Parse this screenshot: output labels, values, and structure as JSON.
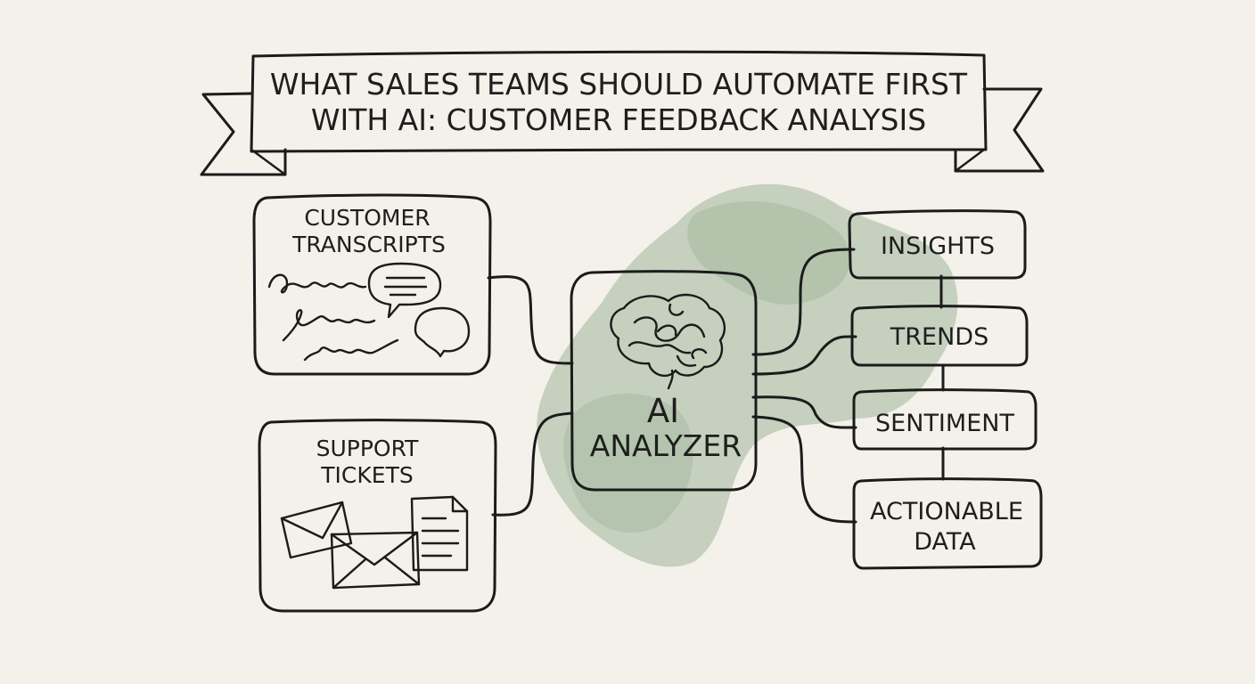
{
  "title": {
    "line1": "WHAT SALES TEAMS SHOULD AUTOMATE FIRST",
    "line2": "WITH AI: CUSTOMER FEEDBACK ANALYSIS"
  },
  "inputs": [
    {
      "line1": "CUSTOMER",
      "line2": "TRANSCRIPTS"
    },
    {
      "line1": "SUPPORT",
      "line2": "TICKETS"
    }
  ],
  "center": {
    "line1": "AI",
    "line2": "ANALYZER"
  },
  "outputs": [
    {
      "line1": "INSIGHTS"
    },
    {
      "line1": "TRENDS"
    },
    {
      "line1": "SENTIMENT"
    },
    {
      "line1": "ACTIONABLE",
      "line2": "DATA"
    }
  ],
  "colors": {
    "background": "#f3f1ea",
    "ink": "#1b1b1b",
    "watercolor": "#8fa889"
  },
  "icons": [
    "speech-bubble-icon",
    "scribble-text-icon",
    "brain-icon",
    "envelope-icon",
    "document-icon"
  ]
}
